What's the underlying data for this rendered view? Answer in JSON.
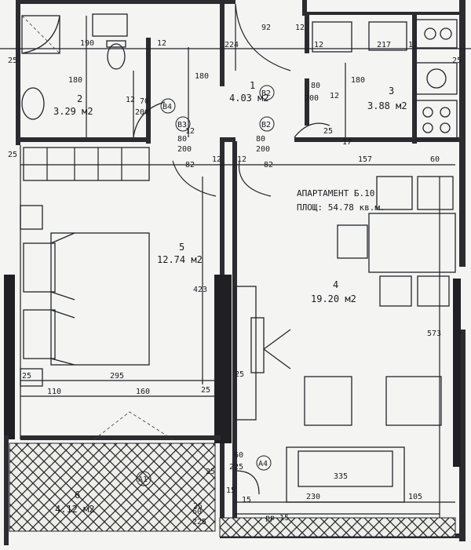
{
  "apartment": {
    "title": "АПАРТАМЕНТ Б.10",
    "area": "ПЛОЩ: 54.78 кв.м."
  },
  "rooms": [
    {
      "number": "1",
      "area": "4.03 м2"
    },
    {
      "number": "2",
      "area": "3.29 м2"
    },
    {
      "number": "3",
      "area": "3.88 м2"
    },
    {
      "number": "4",
      "area": "19.20 м2"
    },
    {
      "number": "5",
      "area": "12.74 м2"
    },
    {
      "number": "6",
      "area": "4.12 м2"
    }
  ],
  "door_tags": [
    "B4",
    "B2",
    "B3",
    "B2",
    "A4",
    "A1"
  ],
  "dimensions": {
    "top": [
      "190",
      "12",
      "224",
      "92",
      "12",
      "217",
      "12",
      "12"
    ],
    "middle": [
      "82",
      "12",
      "12",
      "82",
      "157",
      "60"
    ],
    "doors": [
      "70",
      "200",
      "80",
      "200",
      "80",
      "200",
      "80",
      "200"
    ],
    "sides": [
      "180",
      "180",
      "180",
      "12",
      "12",
      "12",
      "25",
      "17",
      "423",
      "573"
    ],
    "bottom": [
      "25",
      "295",
      "110",
      "160",
      "25",
      "25",
      "335",
      "230",
      "105",
      "60",
      "225",
      "15",
      "15",
      "25"
    ],
    "pp": "pp 15",
    "misc": [
      "25",
      "25",
      "25",
      "25",
      "60",
      "225"
    ]
  }
}
